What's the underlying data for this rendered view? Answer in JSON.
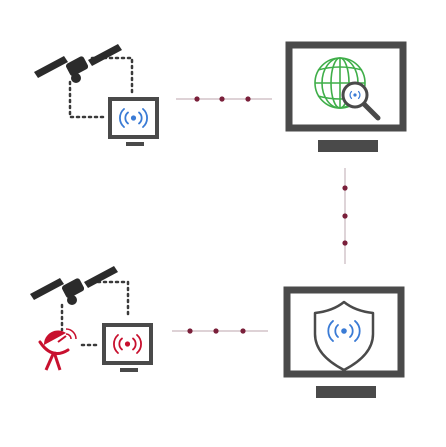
{
  "diagram": {
    "nodes": [
      {
        "id": "satellite-top",
        "icon": "satellite-icon"
      },
      {
        "id": "receiver-top",
        "icon": "monitor-wireless-icon",
        "wave_color": "blue"
      },
      {
        "id": "display-globe",
        "icon": "monitor-globe-search-icon"
      },
      {
        "id": "satellite-bottom",
        "icon": "satellite-icon"
      },
      {
        "id": "dish-antenna",
        "icon": "satellite-dish-icon"
      },
      {
        "id": "receiver-bottom",
        "icon": "monitor-wireless-icon",
        "wave_color": "red"
      },
      {
        "id": "display-shield",
        "icon": "monitor-shield-icon"
      }
    ],
    "links": [
      {
        "from": "satellite-top",
        "to": "receiver-top",
        "style": "dotted"
      },
      {
        "from": "receiver-top",
        "to": "display-globe",
        "style": "dot-line"
      },
      {
        "from": "display-globe",
        "to": "display-shield",
        "style": "dot-line"
      },
      {
        "from": "satellite-bottom",
        "to": "receiver-bottom",
        "style": "dotted"
      },
      {
        "from": "dish-antenna",
        "to": "receiver-bottom",
        "style": "dotted"
      },
      {
        "from": "receiver-bottom",
        "to": "display-shield",
        "style": "dot-line"
      }
    ]
  },
  "colors": {
    "frame": "#4a4a4a",
    "dotted_link": "#3a3a3a",
    "connector_line": "#c9b8bd",
    "connector_dot": "#7a1f3a",
    "wave_blue": "#3a7bd5",
    "wave_red": "#c8102e",
    "globe_green": "#3fae49",
    "dish_red": "#c8102e",
    "satellite": "#2b2b2b"
  }
}
